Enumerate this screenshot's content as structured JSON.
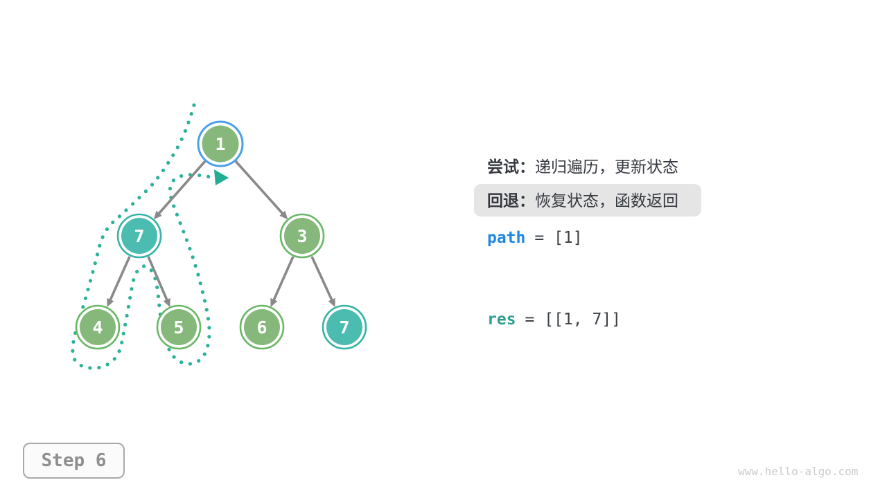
{
  "legend": {
    "try_label": "尝试：",
    "try_text": "递归遍历，更新状态",
    "backtrack_label": "回退：",
    "backtrack_text": "恢复状态，函数返回"
  },
  "variables": {
    "path_name": "path",
    "path_value": "= [1]",
    "res_name": "res",
    "res_value": "= [[1, 7]]"
  },
  "tree": {
    "nodes": [
      {
        "label": "1",
        "state": "active-root"
      },
      {
        "label": "7",
        "state": "visited-teal"
      },
      {
        "label": "3",
        "state": "unvisited-green"
      },
      {
        "label": "4",
        "state": "unvisited-green"
      },
      {
        "label": "5",
        "state": "unvisited-green"
      },
      {
        "label": "6",
        "state": "unvisited-green"
      },
      {
        "label": "7",
        "state": "result-teal"
      }
    ]
  },
  "step": {
    "label": "Step 6"
  },
  "watermark": "www.hello-algo.com",
  "colors": {
    "node_green_fill": "#85B87A",
    "node_green_ring": "#68B766",
    "node_teal_fill": "#4CBCB1",
    "node_teal_ring": "#35B3A7",
    "active_ring_blue": "#49A0E8",
    "edge_gray": "#898989",
    "trace_teal": "#2AB397",
    "text_dark": "#36393F",
    "path_blue": "#1E88E5",
    "res_teal": "#2F9E90",
    "highlight_bg": "#E5E5E5"
  }
}
